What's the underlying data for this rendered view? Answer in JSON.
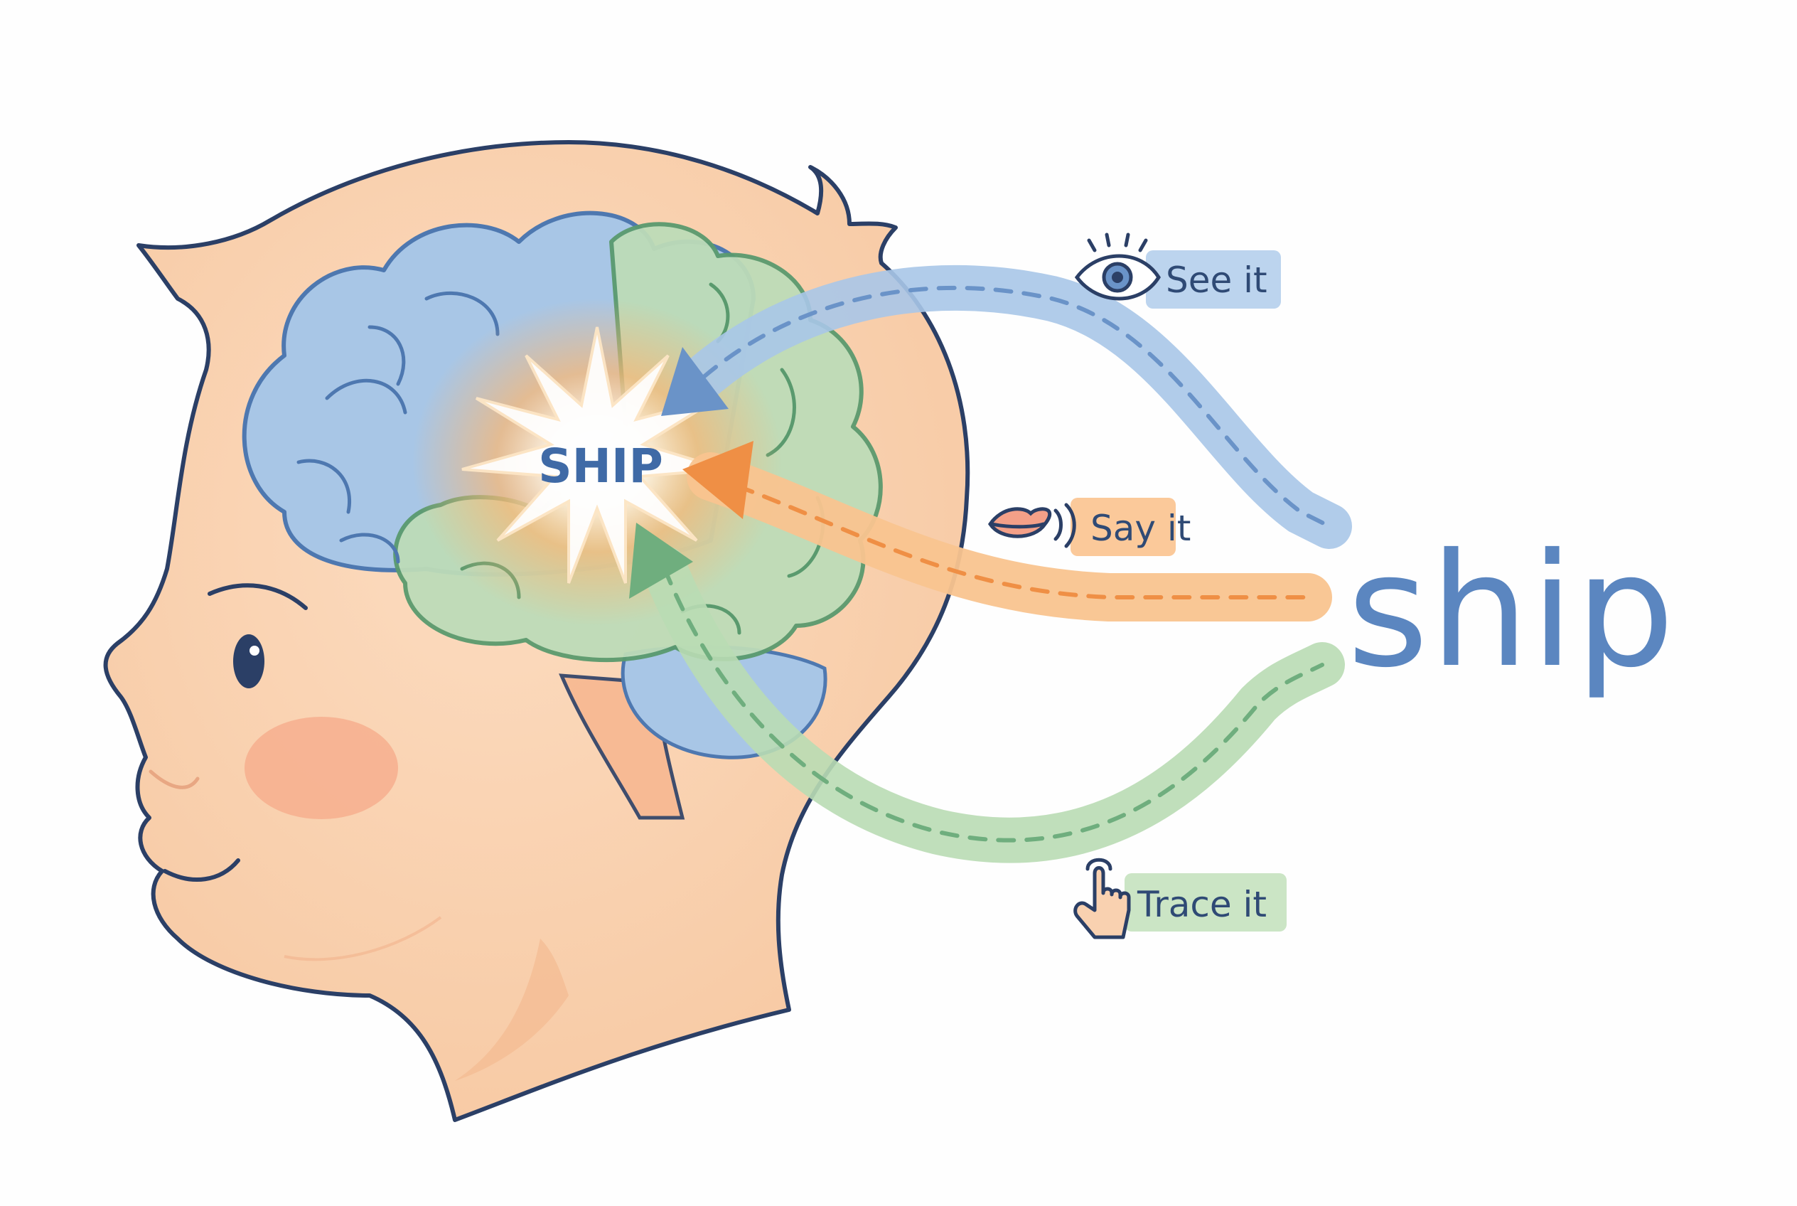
{
  "brain_word": "SHIP",
  "target_word": "ship",
  "pathways": [
    {
      "label": "See it",
      "icon": "eye-icon",
      "color": "#a9c6e8",
      "arrow_color": "#6a93c8",
      "label_bg": "#bcd4ee"
    },
    {
      "label": "Say it",
      "icon": "lips-speaking-icon",
      "color": "#f9c48f",
      "arrow_color": "#ef8f45",
      "label_bg": "#fbc99a"
    },
    {
      "label": "Trace it",
      "icon": "pointing-hand-icon",
      "color": "#b9dcb4",
      "arrow_color": "#6fae7e",
      "label_bg": "#cbe5c5"
    }
  ],
  "colors": {
    "skin": "#f9d1b0",
    "outline": "#2b3f66",
    "brain_blue": "#a8c6e6",
    "brain_green": "#bddcb8",
    "glow": "#f6b06e",
    "cheek": "#f5b79a"
  }
}
